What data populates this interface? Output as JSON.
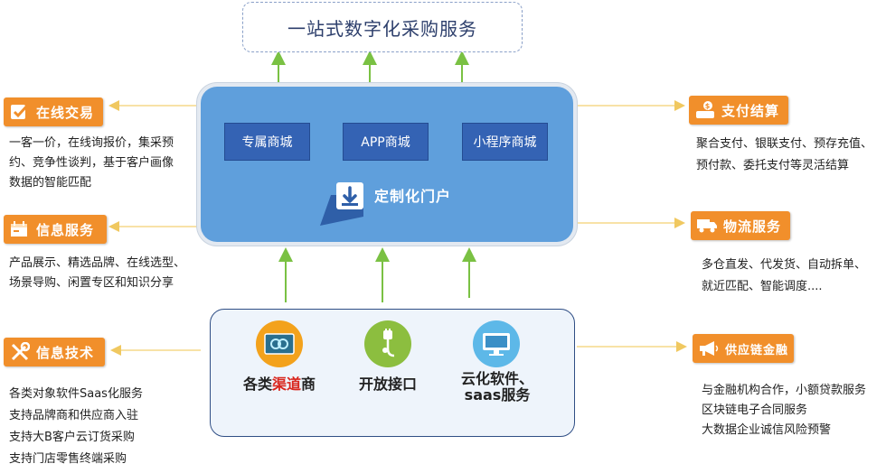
{
  "top_title": "一站式数字化采购服务",
  "portal": {
    "malls": [
      "专属商城",
      "APP商城",
      "小程序商城"
    ],
    "title": "定制化门户"
  },
  "bottom": {
    "items": [
      {
        "icon": "link-icon",
        "label_parts": [
          "各类",
          "渠道",
          "商"
        ],
        "highlight_color": "#d9251d"
      },
      {
        "icon": "plug-icon",
        "label": "开放接口"
      },
      {
        "icon": "monitor-icon",
        "label_lines": [
          "云化软件、",
          "saas服务"
        ]
      }
    ]
  },
  "left_sections": [
    {
      "title": "在线交易",
      "icon": "checkbox-icon",
      "lines": [
        "一客一价，在线询报价，集采预",
        "约、竞争性谈判，基于客户画像",
        "数据的智能匹配"
      ]
    },
    {
      "title": "信息服务",
      "icon": "calendar-icon",
      "lines": [
        "产品展示、精选品牌、在线选型、",
        "场景导购、闲置专区和知识分享"
      ]
    },
    {
      "title": "信息技术",
      "icon": "tools-icon",
      "lines": [
        "各类对象软件Saas化服务",
        "支持品牌商和供应商入驻",
        "支持大B客户云订货采购",
        "支持门店零售终端采购"
      ]
    }
  ],
  "right_sections": [
    {
      "title": "支付结算",
      "icon": "payment-icon",
      "lines": [
        "聚合支付、银联支付、预存充值、",
        "预付款、委托支付等灵活结算"
      ]
    },
    {
      "title": "物流服务",
      "icon": "truck-icon",
      "lines": [
        "多仓直发、代发货、自动拆单、",
        "就近匹配、智能调度...."
      ]
    },
    {
      "title": "供应链金融",
      "icon": "megaphone-icon",
      "lines": [
        "与金融机构合作，小额贷款服务",
        "区块链电子合同服务",
        "大数据企业诚信风险预警"
      ]
    }
  ],
  "colors": {
    "accent": "#f18f2b",
    "portal": "#5f9fdc",
    "mall": "#3463b4",
    "arrow_green": "#7ac143",
    "arrow_yellow": "#f5d98a"
  }
}
